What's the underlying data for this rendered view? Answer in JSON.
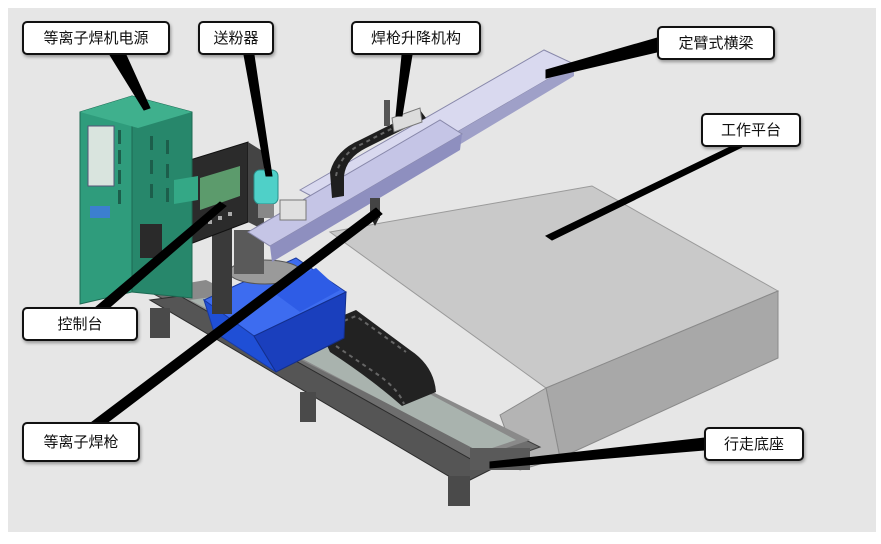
{
  "labels": {
    "power_supply": "等离子焊机电源",
    "powder_feeder": "送粉器",
    "torch_lift": "焊枪升降机构",
    "cantilever_beam": "定臂式横梁",
    "work_table": "工作平台",
    "control_console": "控制台",
    "plasma_torch": "等离子焊枪",
    "travel_base": "行走底座"
  },
  "corner_mark": "",
  "colors": {
    "background": "#e6e6e6",
    "cabinet_green": "#2f9c7c",
    "pedestal_blue": "#1f4fd6",
    "table_grey": "#c9c9c9",
    "beam_lavender": "#c5c5e6",
    "console_dark": "#2b2b2b",
    "label_border": "#111111",
    "leader_line": "#000000"
  }
}
